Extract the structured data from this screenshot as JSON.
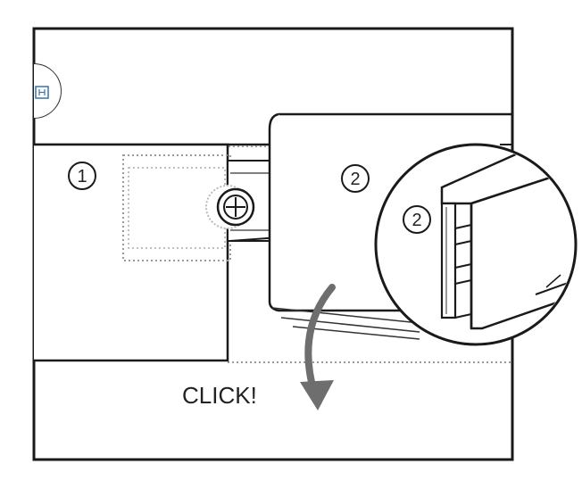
{
  "labels": {
    "part_one": "1",
    "part_two": "2",
    "part_two_detail": "2",
    "click_text": "CLICK!"
  },
  "colors": {
    "line": "#1a1a1a",
    "arrow": "#6e6e6e",
    "dotted": "#9a9a9a",
    "background": "#ffffff"
  },
  "icons": {
    "screw": "screw-head-icon",
    "partial_badge": "partial-callout-icon",
    "arrow": "curved-arrow-icon"
  }
}
